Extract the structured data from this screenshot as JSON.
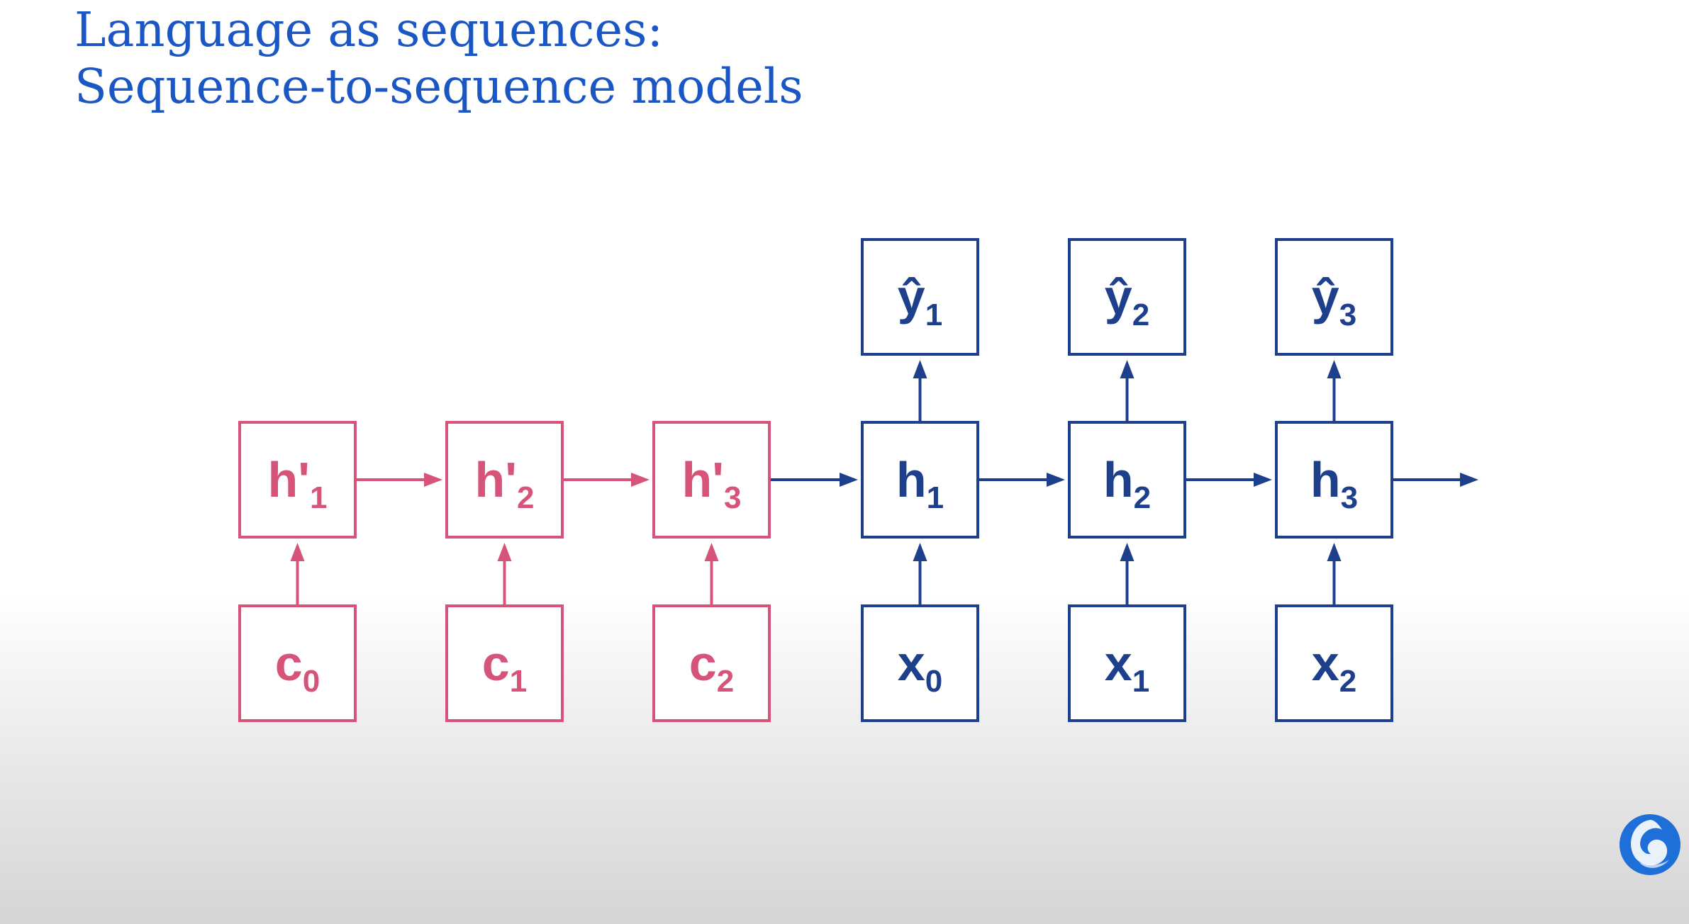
{
  "slide": {
    "title_line1": "Language as sequences:",
    "title_line2": "Sequence-to-sequence models"
  },
  "colors": {
    "title": "#1a56c4",
    "encoder": "#d6537a",
    "decoder": "#1d3f8c",
    "logo": "#1f6fd8"
  },
  "encoder": {
    "hidden": [
      {
        "base": "h'",
        "sub": "1"
      },
      {
        "base": "h'",
        "sub": "2"
      },
      {
        "base": "h'",
        "sub": "3"
      }
    ],
    "inputs": [
      {
        "base": "c",
        "sub": "0"
      },
      {
        "base": "c",
        "sub": "1"
      },
      {
        "base": "c",
        "sub": "2"
      }
    ]
  },
  "decoder": {
    "hidden": [
      {
        "base": "h",
        "sub": "1"
      },
      {
        "base": "h",
        "sub": "2"
      },
      {
        "base": "h",
        "sub": "3"
      }
    ],
    "inputs": [
      {
        "base": "x",
        "sub": "0"
      },
      {
        "base": "x",
        "sub": "1"
      },
      {
        "base": "x",
        "sub": "2"
      }
    ],
    "outputs": [
      {
        "base": "ŷ",
        "sub": "1"
      },
      {
        "base": "ŷ",
        "sub": "2"
      },
      {
        "base": "ŷ",
        "sub": "3"
      }
    ]
  },
  "logo_icon": "deepmind-logo-icon"
}
